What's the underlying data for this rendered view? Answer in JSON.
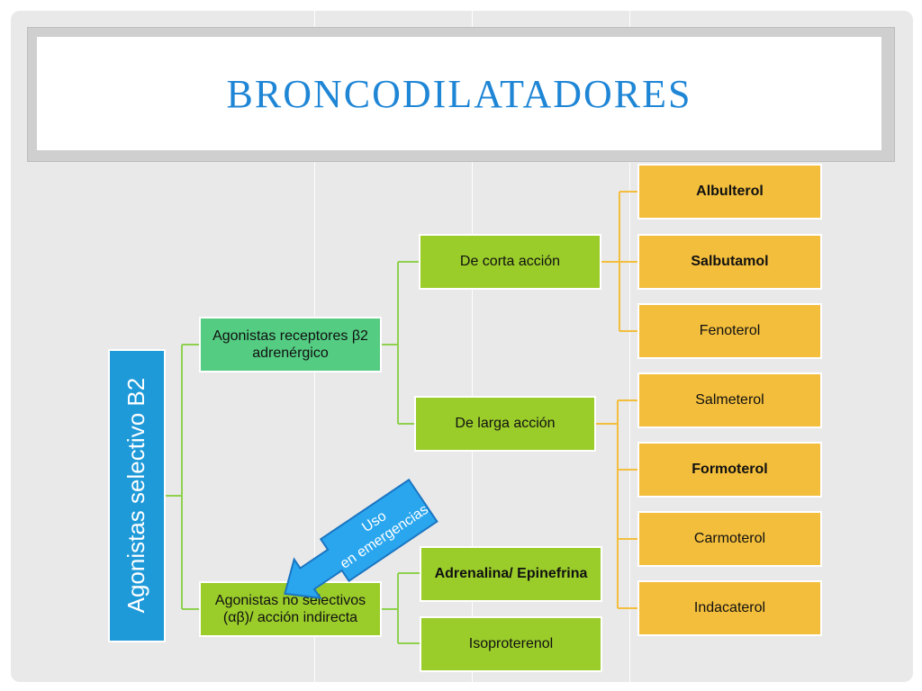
{
  "slide": {
    "title": "BRONCODILATADORES"
  },
  "diagram": {
    "root": "Agonistas selectivo B2",
    "agonists_beta2": "Agonistas receptores β2 adrenérgico",
    "agonists_nonselective": "Agonistas no selectivos (αβ)/ acción indirecta",
    "short_acting": "De corta acción",
    "long_acting": "De larga acción",
    "short_items": [
      "Albulterol",
      "Salbutamol",
      "Fenoterol"
    ],
    "long_items": [
      "Salmeterol",
      "Formoterol",
      "Carmoterol",
      "Indacaterol"
    ],
    "nonselective_items": [
      "Adrenalina/ Epinefrina",
      "Isoproterenol"
    ],
    "callout": "Uso en emergencias"
  },
  "colors": {
    "title": "#1f86d6",
    "green": "#9acc2a",
    "teal": "#54cc82",
    "orange": "#f3be3c",
    "blue": "#1f9ad9",
    "connector_green": "#8fd14f",
    "connector_orange": "#f3be3c"
  }
}
